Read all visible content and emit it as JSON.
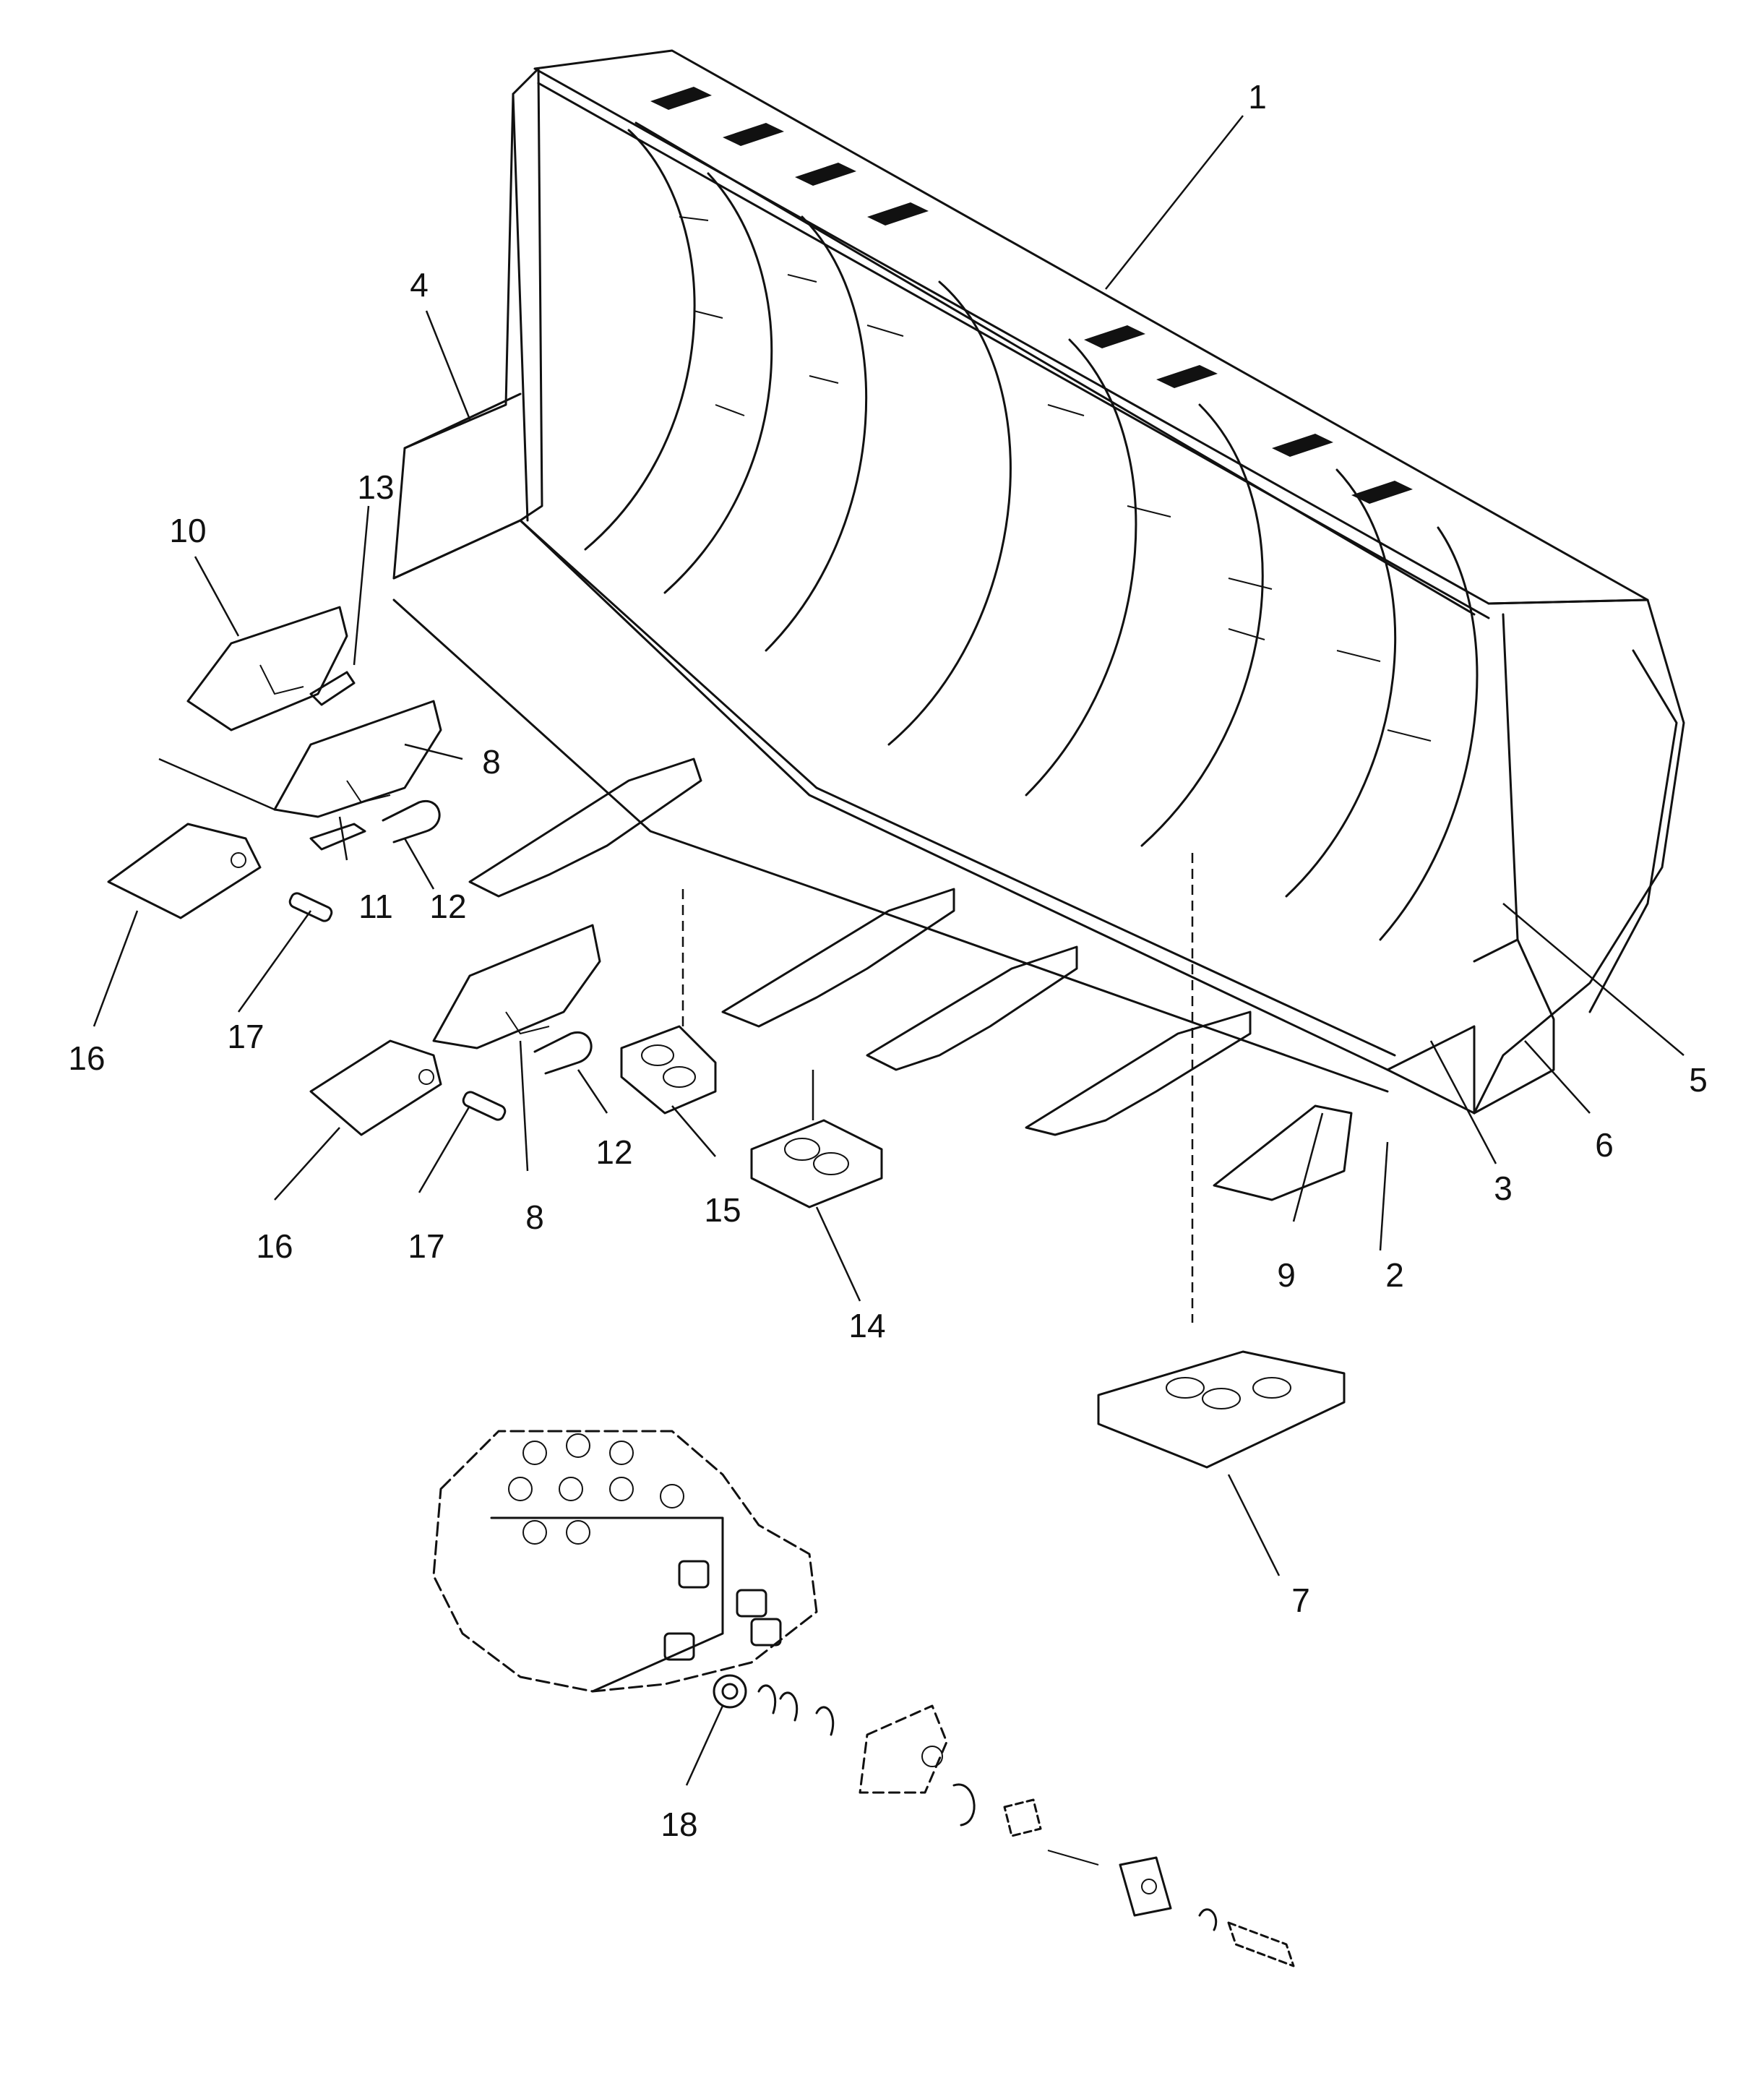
{
  "callouts": [
    {
      "id": "c1",
      "label": "1"
    },
    {
      "id": "c2",
      "label": "2"
    },
    {
      "id": "c3",
      "label": "3"
    },
    {
      "id": "c4",
      "label": "4"
    },
    {
      "id": "c5",
      "label": "5"
    },
    {
      "id": "c6",
      "label": "6"
    },
    {
      "id": "c7",
      "label": "7"
    },
    {
      "id": "c8a",
      "label": "8"
    },
    {
      "id": "c8b",
      "label": "8"
    },
    {
      "id": "c9",
      "label": "9"
    },
    {
      "id": "c10",
      "label": "10"
    },
    {
      "id": "c11",
      "label": "11"
    },
    {
      "id": "c12a",
      "label": "12"
    },
    {
      "id": "c12b",
      "label": "12"
    },
    {
      "id": "c13",
      "label": "13"
    },
    {
      "id": "c14",
      "label": "14"
    },
    {
      "id": "c15",
      "label": "15"
    },
    {
      "id": "c16a",
      "label": "16"
    },
    {
      "id": "c16b",
      "label": "16"
    },
    {
      "id": "c17a",
      "label": "17"
    },
    {
      "id": "c17b",
      "label": "17"
    },
    {
      "id": "c18",
      "label": "18"
    }
  ]
}
